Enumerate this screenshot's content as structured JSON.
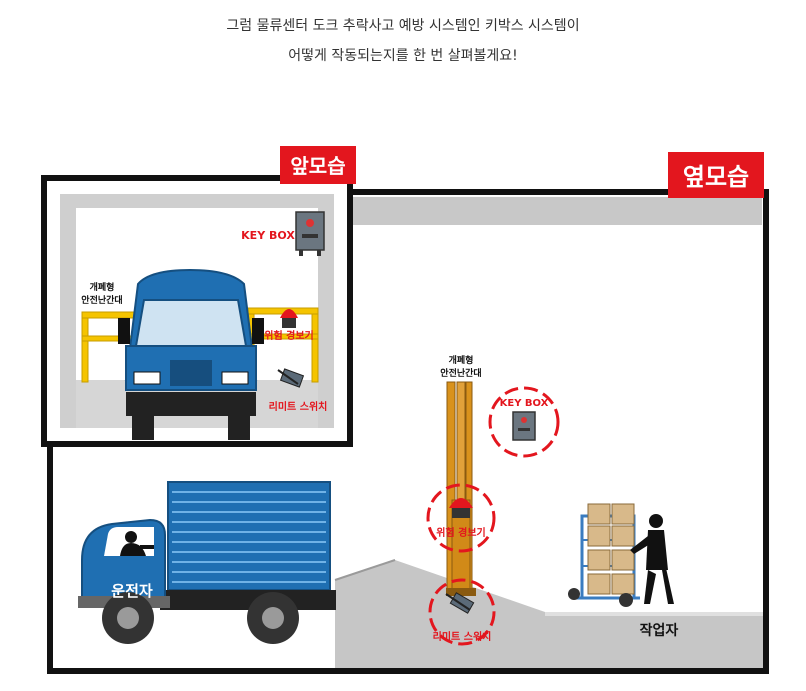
{
  "intro": {
    "line1": "그럼 물류센터 도크 추락사고 예방 시스템인 키박스 시스템이",
    "line2": "어떻게 작동되는지를 한 번 살펴볼게요!"
  },
  "front_view": {
    "badge": "앞모습",
    "key_box": "KEY BOX",
    "barrier_line1": "개폐형",
    "barrier_line2": "안전난간대",
    "warning_light": "위험 경보기",
    "limit_switch": "리미트 스위치"
  },
  "side_view": {
    "badge": "옆모습",
    "barrier_line1": "개폐형",
    "barrier_line2": "안전난간대",
    "key_box": "KEY BOX",
    "warning_light": "위험 경보기",
    "limit_switch": "리미트 스위치",
    "driver": "운전자",
    "worker": "작업자"
  },
  "colors": {
    "badge_red": "#e3161e",
    "label_red": "#e3161e",
    "truck_blue": "#1f6fb2",
    "barrier_yellow": "#f5c400",
    "pole_orange": "#d9921c"
  }
}
